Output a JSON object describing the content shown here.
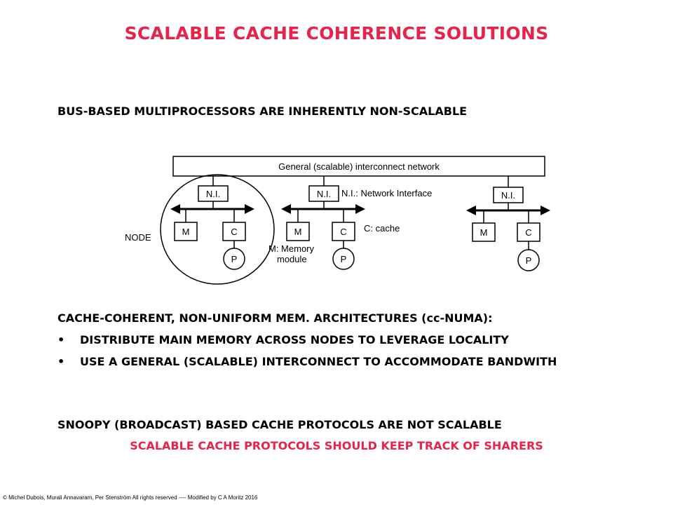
{
  "slide": {
    "title": "SCALABLE CACHE COHERENCE SOLUTIONS",
    "subheading": "BUS-BASED MULTIPROCESSORS ARE INHERENTLY NON-SCALABLE",
    "heading2": "CACHE-COHERENT, NON-UNIFORM MEM. ARCHITECTURES (cc-NUMA):",
    "bullets": [
      "DISTRIBUTE MAIN MEMORY ACROSS NODES TO LEVERAGE LOCALITY",
      "USE A GENERAL (SCALABLE) INTERCONNECT TO ACCOMMODATE BANDWITH"
    ],
    "snoopy_line": "SNOOPY (BROADCAST) BASED CACHE PROTOCOLS ARE NOT SCALABLE",
    "conclusion": "SCALABLE CACHE PROTOCOLS SHOULD KEEP TRACK OF SHARERS",
    "footer": "© Michel Dubois, Murali Annavaram, Per Stenström All rights reserved ---- Modified by C A Moritz 2016"
  },
  "diagram": {
    "network_label": "General (scalable) interconnect network",
    "ni_label": "N.I.",
    "memory_label": "M",
    "cache_label": "C",
    "processor_label": "P",
    "node_label": "NODE",
    "legend_ni": "N.I.: Network Interface",
    "legend_cache": "C: cache",
    "legend_memory_line1": "M: Memory",
    "legend_memory_line2": "module"
  },
  "colors": {
    "accent_red": "#e8234a",
    "text": "#000000",
    "background": "#ffffff"
  }
}
